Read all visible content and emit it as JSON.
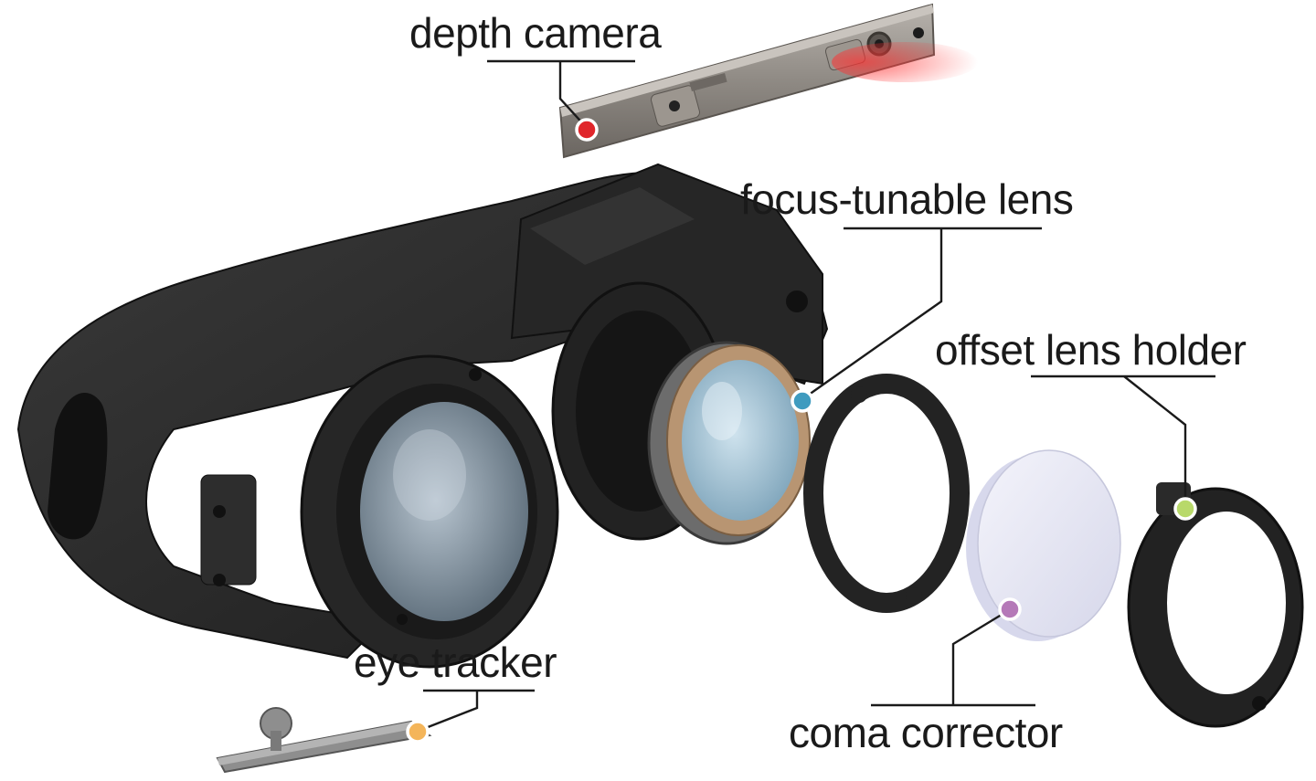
{
  "labels": {
    "depth_camera": "depth camera",
    "focus_tunable_lens": "focus-tunable lens",
    "offset_lens_holder": "offset lens holder",
    "eye_tracker": "eye tracker",
    "coma_corrector": "coma corrector"
  },
  "colors": {
    "depth_camera_marker": "#e0262b",
    "focus_tunable_lens_marker": "#3f9bbf",
    "offset_lens_holder_marker": "#b8d96a",
    "eye_tracker_marker": "#f4b55a",
    "coma_corrector_marker": "#b579b8",
    "housing": "#2b2b2b",
    "camera_bar": "#8f8a84",
    "lens_ring": "#b89572",
    "lens_glass": "#9fc3d6"
  }
}
